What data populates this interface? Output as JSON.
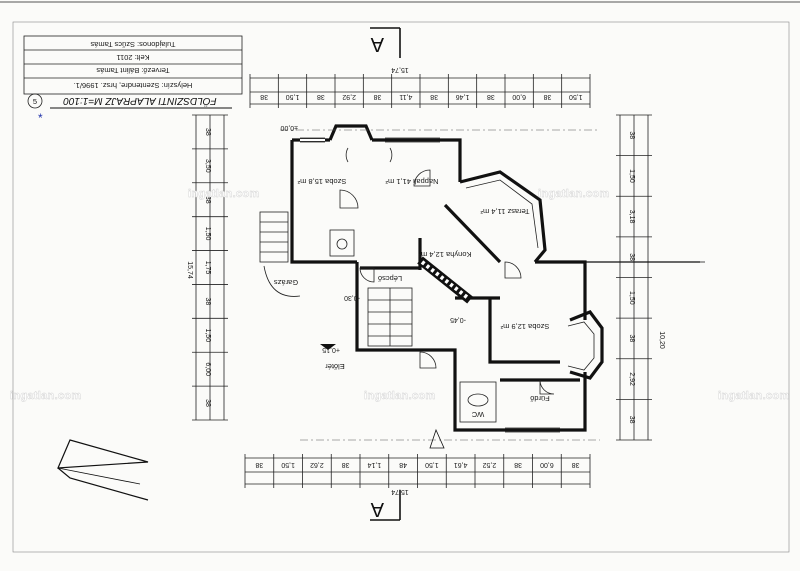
{
  "watermark": "ingatlan.com",
  "title_block": {
    "line1": "Tulajdonos: Szűcs Tamás",
    "line2": "Kelt: 2011",
    "line3": "Tervező: Bálint Tamás",
    "line4": "Helyszín: Szentendre, hrsz. 1996/1.",
    "plan_title": "FÖLDSZINTI ALAPRAJZ M=1:100",
    "sheet_number": "5"
  },
  "rooms": {
    "living": "Nappali 41,1 m²",
    "room1": "Szoba 15,8 m²",
    "room2": "Szoba 12,9 m²",
    "terrace": "Terasz 11,4 m²",
    "kitchen": "Konyha 12,4 m²",
    "bath": "Fürdő",
    "wc": "WC",
    "hall": "Előtér",
    "stair": "Lépcső",
    "garage": "Garázs"
  },
  "section_mark": "A",
  "dims_top_total": "15,74",
  "dims_bottom_total": "15,74",
  "dims_left_total": "15,74",
  "dims_right_total": "10,20",
  "dims_top": [
    "38",
    "1,50",
    "38",
    "2,92",
    "38",
    "4,11",
    "38",
    "1,46",
    "38",
    "6,00",
    "38",
    "1,50"
  ],
  "dims_bottom": [
    "38",
    "1,50",
    "2,62",
    "38",
    "1,14",
    "48",
    "1,50",
    "4,61",
    "2,52",
    "38",
    "6,00",
    "38"
  ],
  "dims_left": [
    "38",
    "3,50",
    "38",
    "1,50",
    "1,75",
    "38",
    "1,50",
    "6,00",
    "38"
  ],
  "dims_right": [
    "38",
    "1,50",
    "3,18",
    "38",
    "1,50",
    "38",
    "2,92",
    "38"
  ],
  "levels": [
    "±0,00",
    "+0,15",
    "-0,30",
    "-0,45"
  ]
}
